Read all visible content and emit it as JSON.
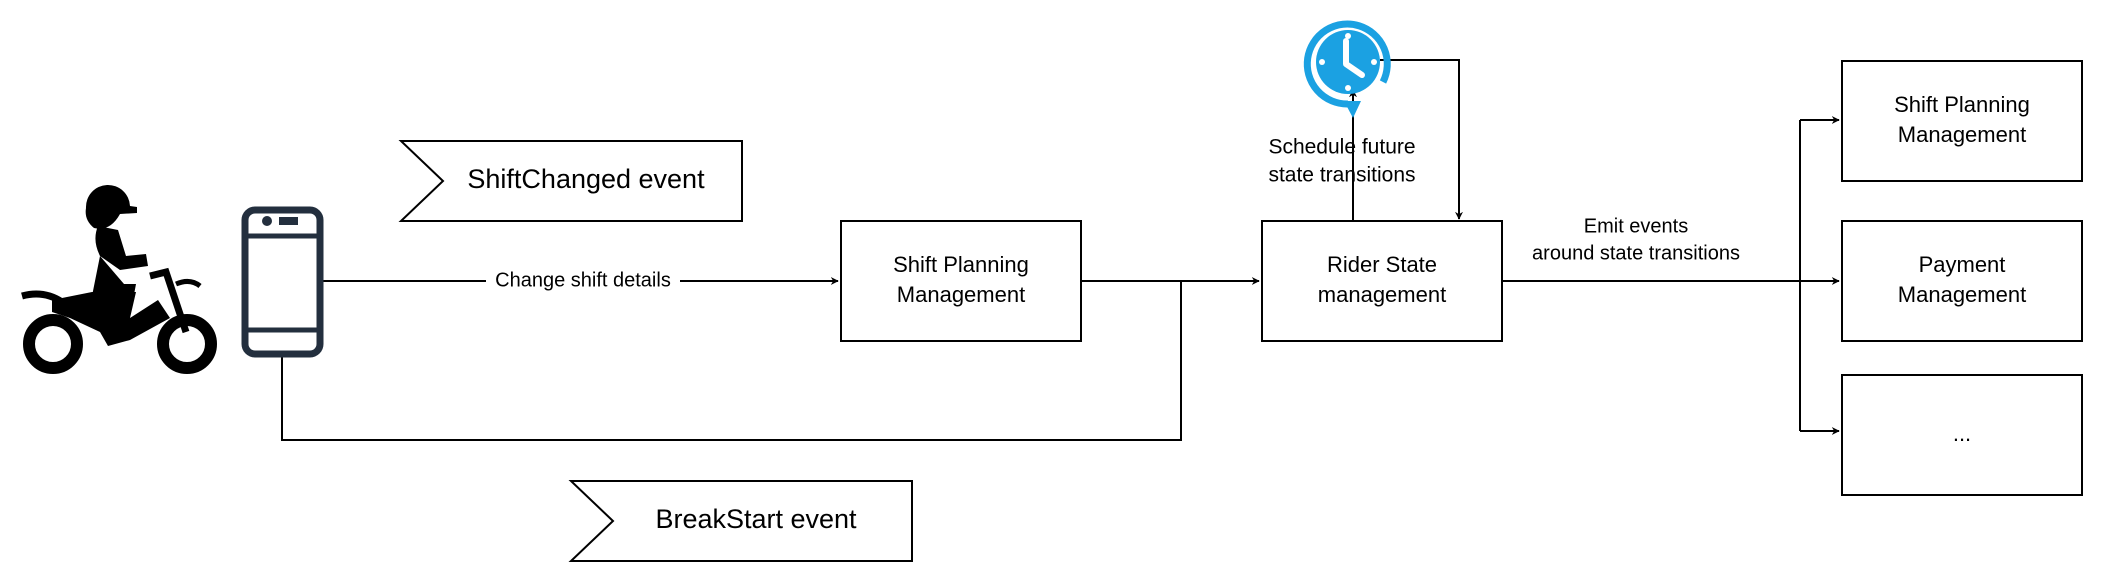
{
  "nodes": {
    "spm_main": [
      "Shift Planning",
      "Management"
    ],
    "rider_state": [
      "Rider State",
      "management"
    ],
    "out_spm": [
      "Shift Planning",
      "Management"
    ],
    "out_payment": [
      "Payment",
      "Management"
    ],
    "out_more": [
      "..."
    ]
  },
  "events": {
    "shift_changed": "ShiftChanged event",
    "break_start": "BreakStart event"
  },
  "edges": {
    "change_shift": "Change shift details",
    "schedule": [
      "Schedule future",
      "state transitions"
    ],
    "emit": [
      "Emit events",
      "around state transitions"
    ]
  },
  "icons": {
    "rider": "motorcycle-rider-icon",
    "phone": "smartphone-icon",
    "clock": "clock-icon"
  },
  "colors": {
    "clock": "#1ba1e2",
    "phone": "#232f3e",
    "line": "#000000"
  }
}
